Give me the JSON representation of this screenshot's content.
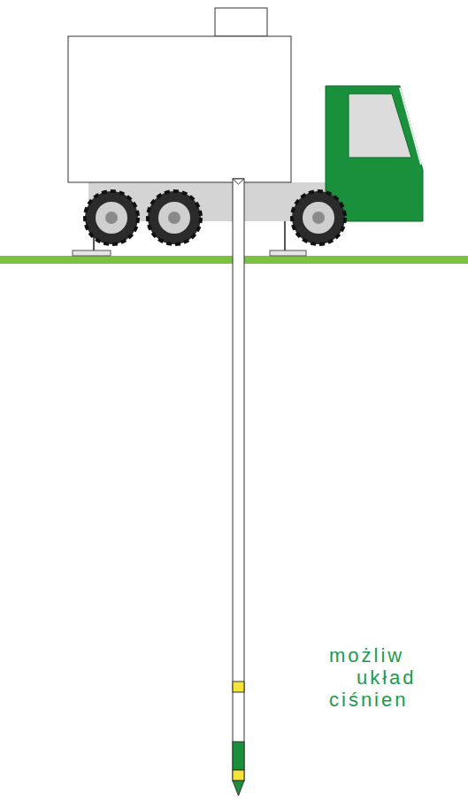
{
  "diagram": {
    "labels": [
      "możliw",
      "układ",
      "ciśnien"
    ]
  }
}
